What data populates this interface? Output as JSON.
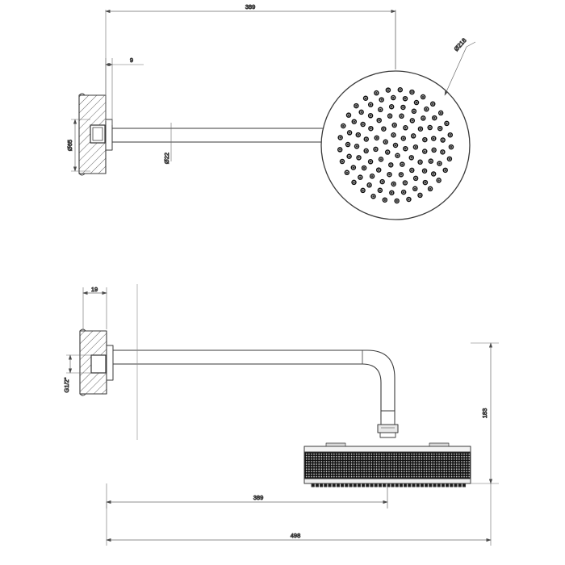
{
  "drawing": {
    "title": "Wall-mounted rain shower head technical drawing",
    "units": "mm",
    "line_color": "#3a3a3a",
    "dim_color": "#4a4a4a",
    "fill_dark": "#1a1a1a",
    "background": "#ffffff"
  },
  "views": {
    "top": {
      "name": "plan-view",
      "label": "",
      "parts": [
        {
          "name": "wall-section",
          "label": ""
        },
        {
          "name": "wall-flange",
          "label": ""
        },
        {
          "name": "shower-arm",
          "label": ""
        },
        {
          "name": "shower-head-face",
          "label": ""
        }
      ]
    },
    "bottom": {
      "name": "side-elevation-view",
      "label": "",
      "parts": [
        {
          "name": "wall-section",
          "label": ""
        },
        {
          "name": "wall-flange",
          "label": ""
        },
        {
          "name": "shower-arm",
          "label": ""
        },
        {
          "name": "elbow-bend",
          "label": ""
        },
        {
          "name": "swivel-joint",
          "label": ""
        },
        {
          "name": "shower-head-body",
          "label": ""
        }
      ]
    }
  },
  "dimensions": {
    "top_overall_length": {
      "value": "389",
      "name": "dim-top-overall-length"
    },
    "flange_thickness": {
      "value": "9",
      "name": "dim-flange-thickness"
    },
    "flange_diameter": {
      "value": "Ø65",
      "name": "dim-flange-diameter"
    },
    "arm_diameter": {
      "value": "Ø22",
      "name": "dim-arm-diameter"
    },
    "head_diameter": {
      "value": "Ø218",
      "name": "dim-head-diameter"
    },
    "wall_plate_thickness": {
      "value": "19",
      "name": "dim-wall-plate-thickness"
    },
    "thread_size": {
      "value": "G1/2\"",
      "name": "dim-thread-size"
    },
    "drop_height": {
      "value": "183",
      "name": "dim-drop-height"
    },
    "bottom_arm_length": {
      "value": "389",
      "name": "dim-bottom-arm-length"
    },
    "bottom_overall_length": {
      "value": "498",
      "name": "dim-bottom-overall-length"
    }
  }
}
